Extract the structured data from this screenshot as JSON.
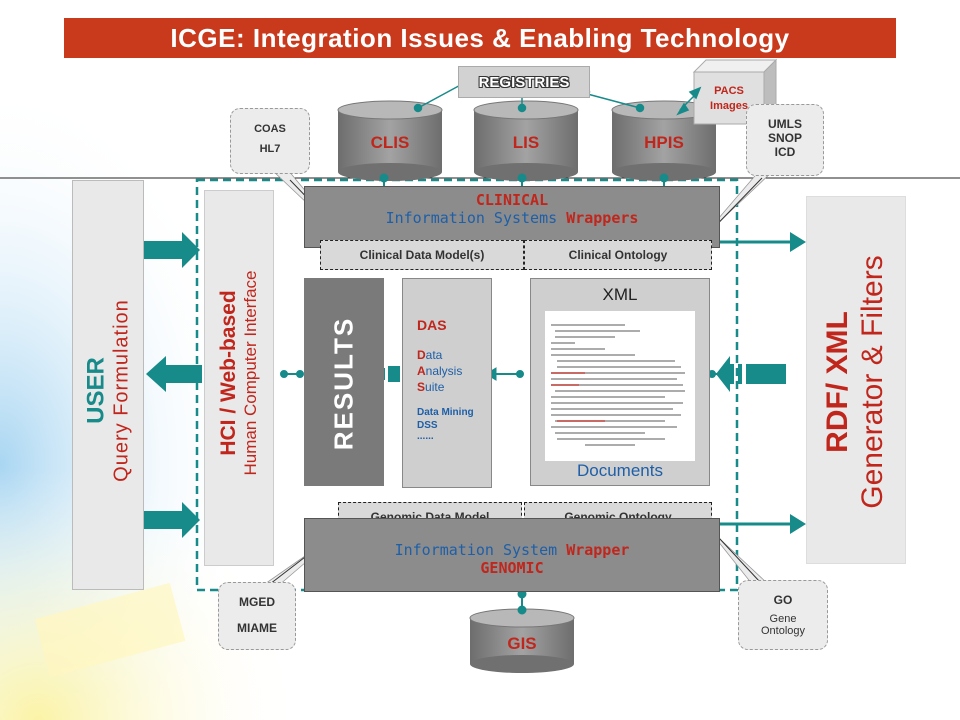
{
  "title": "ICGE: Integration Issues & Enabling Technology",
  "registries": "REGISTRIES",
  "databases": {
    "clis": "CLIS",
    "lis": "LIS",
    "hpis": "HPIS",
    "gis": "GIS"
  },
  "pacs": {
    "line1": "PACS",
    "line2": "Images"
  },
  "callouts": {
    "coas": {
      "line1": "COAS",
      "line2": "HL7"
    },
    "umls": {
      "line1": "UMLS",
      "line2": "SNOP",
      "line3": "ICD"
    },
    "mged": {
      "line1": "MGED",
      "line2": "MIAME"
    },
    "go": {
      "line1": "GO",
      "line2": "Gene",
      "line3": "Ontology"
    }
  },
  "user": {
    "title": "USER",
    "subtitle": "Query Formulation"
  },
  "hci": {
    "title": "HCI / Web-based",
    "subtitle": "Human Computer Interface"
  },
  "clinical": {
    "title": "CLINICAL",
    "subtitle_part1": "Information Systems",
    "subtitle_part2": "Wrappers"
  },
  "clinical_tags": {
    "data_model": "Clinical Data Model(s)",
    "ontology": "Clinical Ontology"
  },
  "results": "RESULTS",
  "das": {
    "title": "DAS",
    "line1_first": "D",
    "line1_rest": "ata",
    "line2_first": "A",
    "line2_rest": "nalysis",
    "line3_first": "S",
    "line3_rest": "uite",
    "line4": "Data Mining",
    "line5": "DSS",
    "line6": "......"
  },
  "xml": {
    "title": "XML",
    "footer": "Documents"
  },
  "rdf": {
    "title": "RDF/ XML",
    "subtitle": "Generator & Filters"
  },
  "genomic_tags": {
    "data_model": "Genomic Data Model",
    "ontology": "Genomic Ontology"
  },
  "genomic": {
    "subtitle_part1": "Information System",
    "subtitle_part2": "Wrapper",
    "title": "GENOMIC"
  },
  "colors": {
    "accent_red": "#c93a1d",
    "teal": "#178a8a",
    "grey_panel": "#8c8c8c"
  }
}
